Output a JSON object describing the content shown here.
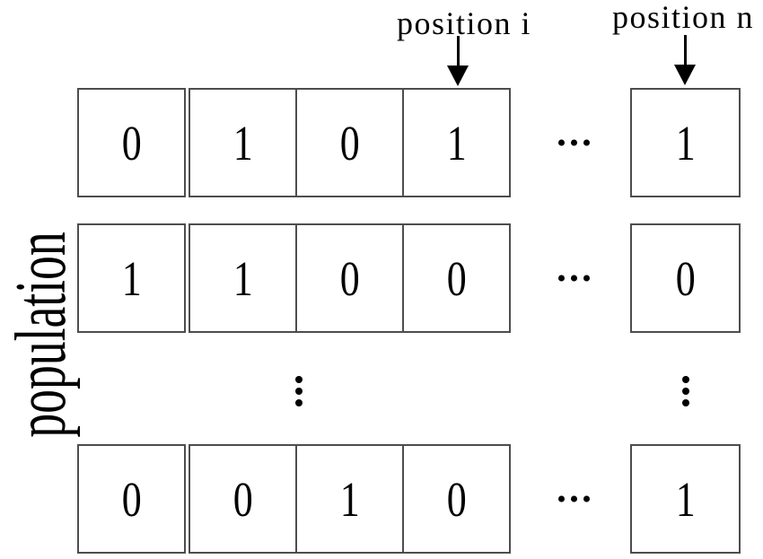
{
  "diagram": {
    "type": "genetic-algorithm-population",
    "labels": {
      "population_axis": "population",
      "position_i": "position i",
      "position_n": "position n"
    },
    "ellipsis": {
      "horizontal": "···",
      "vertical": "⋮"
    },
    "rows": [
      {
        "cells": [
          "0",
          "1",
          "0",
          "1"
        ],
        "tail": "1"
      },
      {
        "cells": [
          "1",
          "1",
          "0",
          "0"
        ],
        "tail": "0"
      },
      {
        "cells": [
          "0",
          "0",
          "1",
          "0"
        ],
        "tail": "1"
      }
    ],
    "arrows": [
      {
        "name": "position-i-arrow",
        "points_to": "cell at position i (4th shown cell)"
      },
      {
        "name": "position-n-arrow",
        "points_to": "cell at position n (last cell)"
      }
    ],
    "colors": {
      "background": "#ffffff",
      "cell_border": "#4d4d4d",
      "text": "#000000"
    }
  }
}
